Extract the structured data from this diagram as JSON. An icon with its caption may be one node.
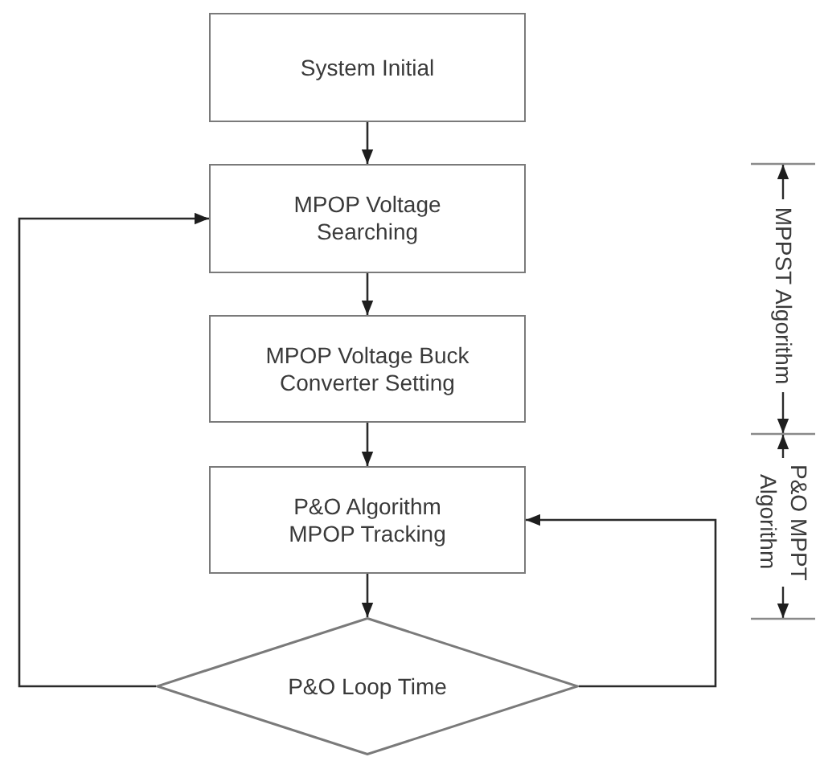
{
  "diagram": {
    "nodes": [
      {
        "text": [
          "System Initial"
        ]
      },
      {
        "text": [
          "MPOP Voltage Searching"
        ]
      },
      {
        "text": [
          "MPOP Voltage Buck Converter Setting"
        ]
      },
      {
        "text": [
          "P&O Algorithm MPOP Tracking"
        ]
      },
      {
        "text": [
          "P&O Loop Time"
        ]
      }
    ],
    "edges": [
      {
        "from": 0,
        "to": 1,
        "arrow": "to"
      },
      {
        "from": 1,
        "to": 2,
        "arrow": "to"
      },
      {
        "from": 2,
        "to": 3,
        "arrow": "to"
      },
      {
        "from": 3,
        "to": 4,
        "arrow": "to"
      },
      {
        "from": 4,
        "to": 1,
        "arrow": "to"
      },
      {
        "from": 4,
        "to": 3,
        "arrow": "to"
      }
    ],
    "labels": [
      "MPPST Algorithm",
      "P&O MPPT Algorithm"
    ]
  }
}
